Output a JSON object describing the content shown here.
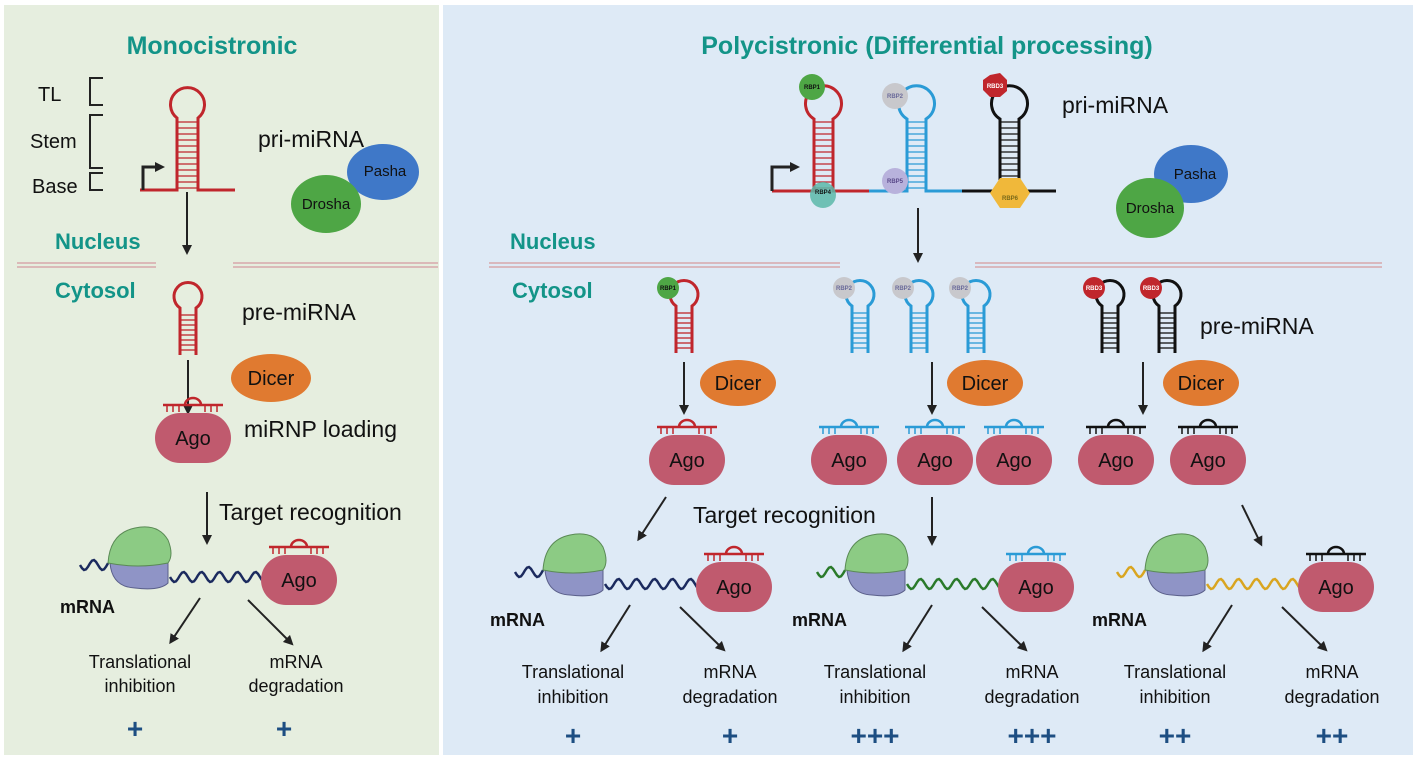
{
  "panels": {
    "mono": {
      "title": "Monocistronic",
      "bg": "#e6eedf",
      "structure_labels": [
        "TL",
        "Stem",
        "Base"
      ],
      "pri_label": "pri-miRNA",
      "nucleus": "Nucleus",
      "cytosol": "Cytosol",
      "pre_label": "pre-miRNA",
      "dicer": "Dicer",
      "loading": "miRNP loading",
      "ago": "Ago",
      "target": "Target recognition",
      "mrna": "mRNA",
      "out1": [
        "Translational",
        "inhibition"
      ],
      "out2": [
        "mRNA",
        "degradation"
      ],
      "plus1": "+",
      "plus2": "+"
    },
    "poly": {
      "title": "Polycistronic (Differential processing)",
      "bg": "#deeaf6",
      "pri_label": "pri-miRNA",
      "nucleus": "Nucleus",
      "cytosol": "Cytosol",
      "pre_label": "pre-miRNA",
      "dicer": "Dicer",
      "ago": "Ago",
      "target": "Target recognition",
      "mrna": "mRNA",
      "rbps": [
        "RBP1",
        "RBP2",
        "RBD3",
        "RBP4",
        "RBP5",
        "RBP6"
      ],
      "branches": [
        {
          "color": "#c0262c",
          "mrna_color": "#1b2a5e",
          "out1": [
            "Translational",
            "inhibition"
          ],
          "out2": [
            "mRNA",
            "degradation"
          ],
          "plus1": "+",
          "plus2": "+"
        },
        {
          "color": "#2a9bd6",
          "mrna_color": "#2a7a2a",
          "out1": [
            "Translational",
            "inhibition"
          ],
          "out2": [
            "mRNA",
            "degradation"
          ],
          "plus1": "+++",
          "plus2": "+++"
        },
        {
          "color": "#111111",
          "mrna_color": "#d9a520",
          "out1": [
            "Translational",
            "inhibition"
          ],
          "out2": [
            "mRNA",
            "degradation"
          ],
          "plus1": "++",
          "plus2": "++"
        }
      ]
    }
  },
  "proteins": {
    "drosha": "Drosha",
    "pasha": "Pasha"
  },
  "colors": {
    "teal": "#139488",
    "drosha": "#4ea645",
    "pasha": "#3f78c8",
    "dicer": "#e07a30",
    "ago": "#c05a6e",
    "ribosome_top": "#8ccb84",
    "ribosome_bottom": "#8f94c6",
    "membrane": "#d7a7ac",
    "plus": "#1d4e82"
  }
}
